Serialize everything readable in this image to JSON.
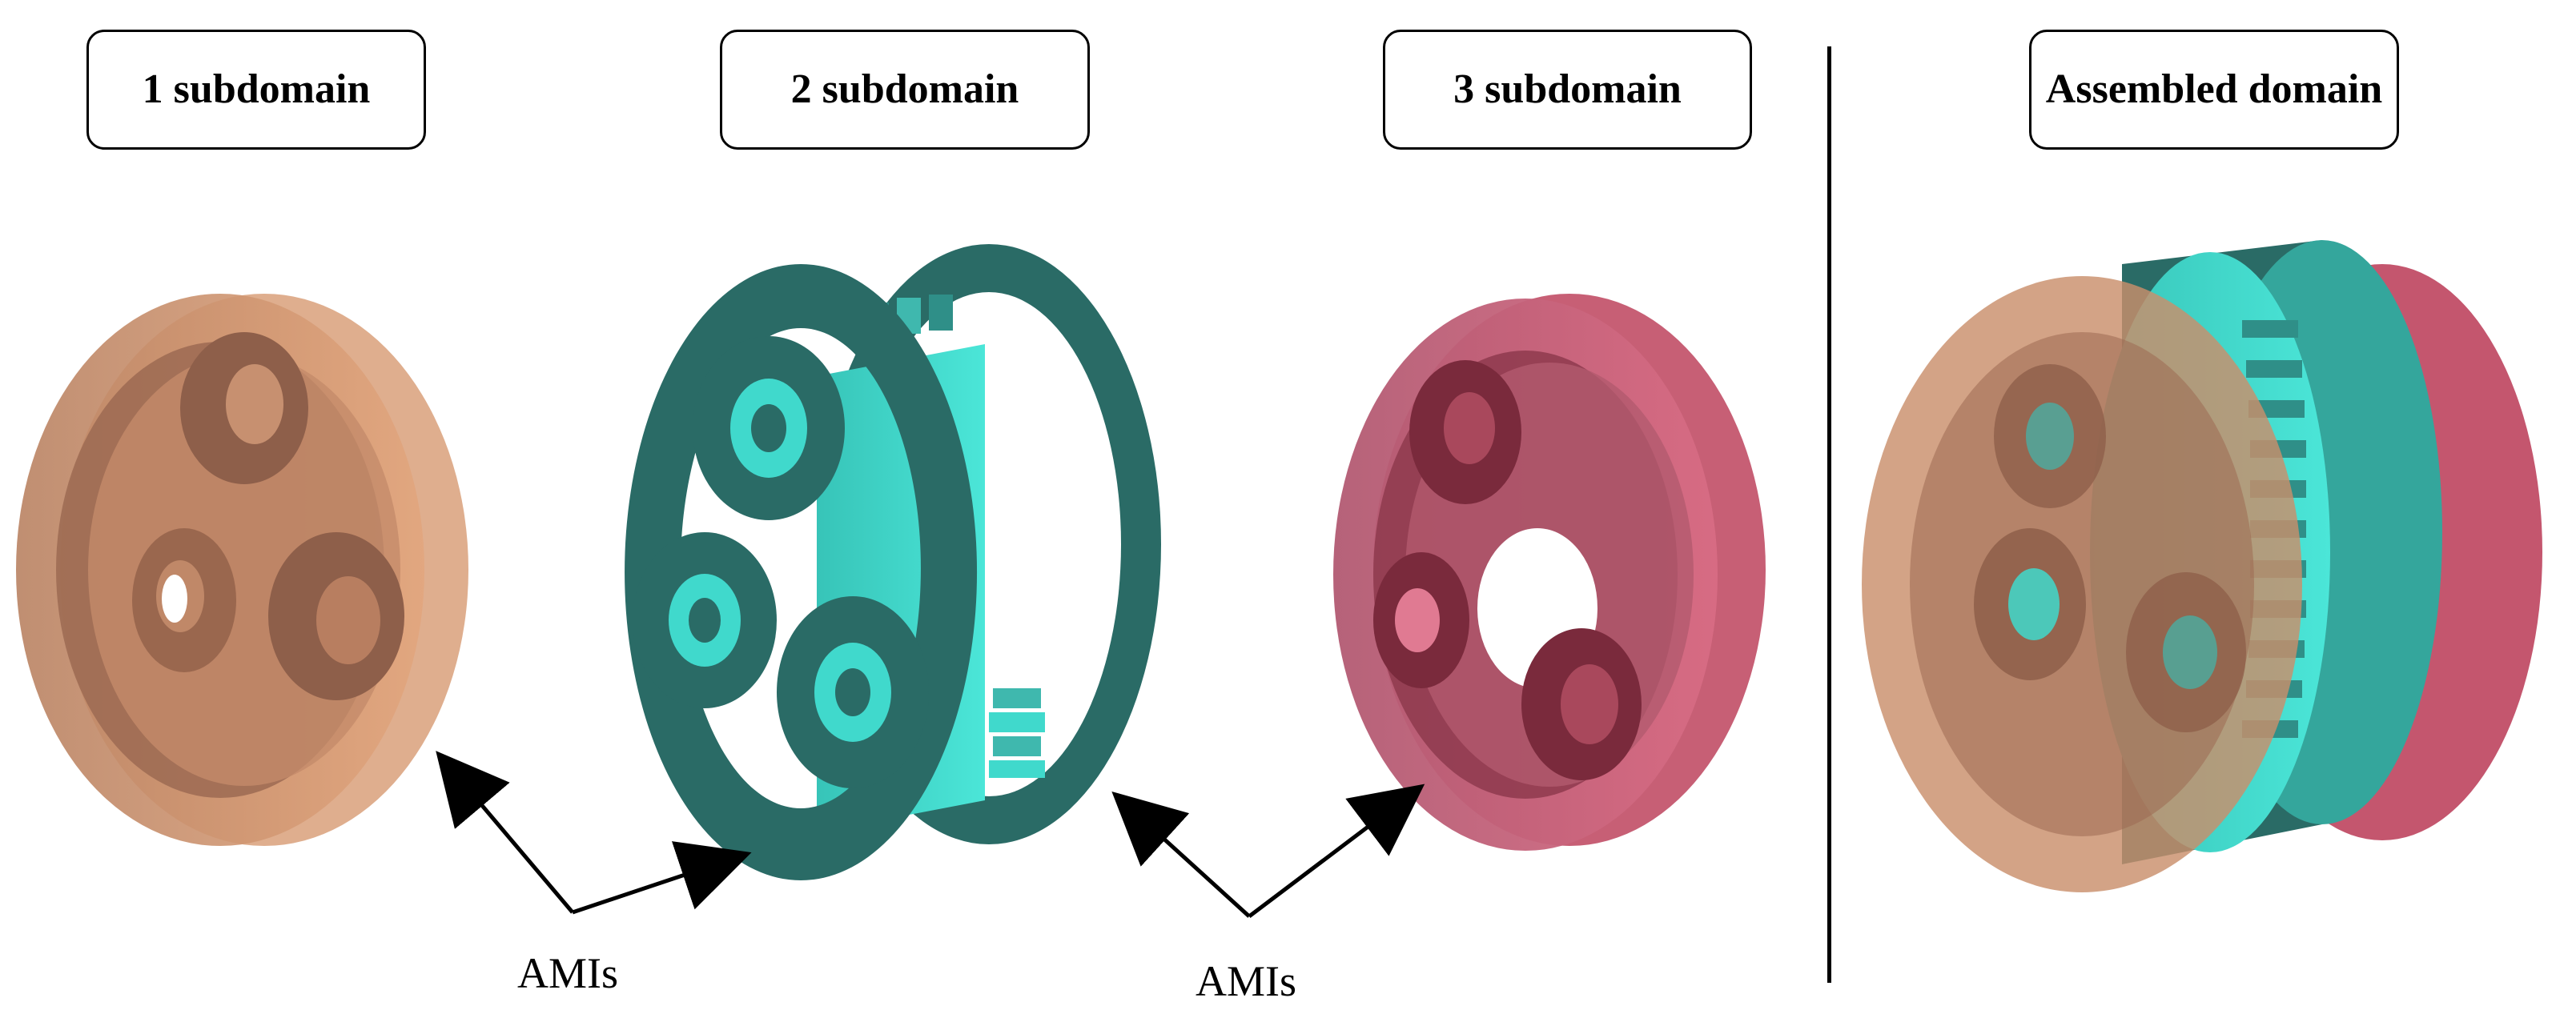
{
  "labels": {
    "subdomain_1": "1 subdomain",
    "subdomain_2": "2 subdomain",
    "subdomain_3": "3 subdomain",
    "assembled": "Assembled domain"
  },
  "annotations": {
    "ami_left": "AMIs",
    "ami_right": "AMIs"
  },
  "colors": {
    "orange_subdomain": "#c9906c",
    "teal_subdomain_dark": "#2a6b66",
    "teal_subdomain_light": "#40d9cc",
    "pink_subdomain": "#c9647a",
    "arrow": "#000000"
  }
}
